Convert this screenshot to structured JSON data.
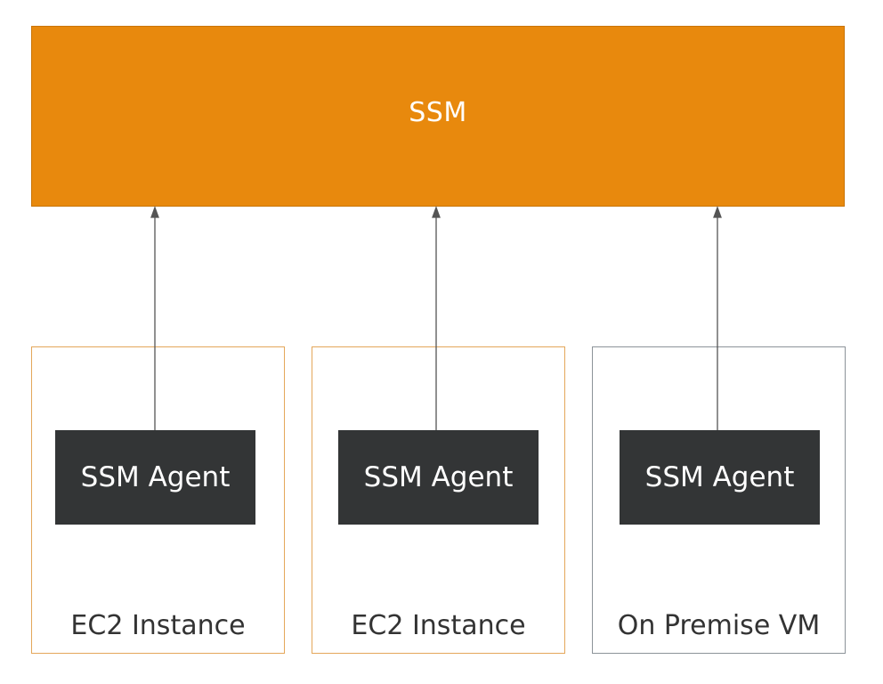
{
  "ssm": {
    "label": "SSM"
  },
  "containers": [
    {
      "label": "EC2 Instance",
      "agent": "SSM Agent"
    },
    {
      "label": "EC2 Instance",
      "agent": "SSM Agent"
    },
    {
      "label": "On Premise VM",
      "agent": "SSM Agent"
    }
  ],
  "colors": {
    "ssm_fill": "#E8890D",
    "ec2_border": "#E4A75A",
    "onprem_border": "#8C9399",
    "agent_fill": "#333536",
    "arrow": "#555555"
  }
}
